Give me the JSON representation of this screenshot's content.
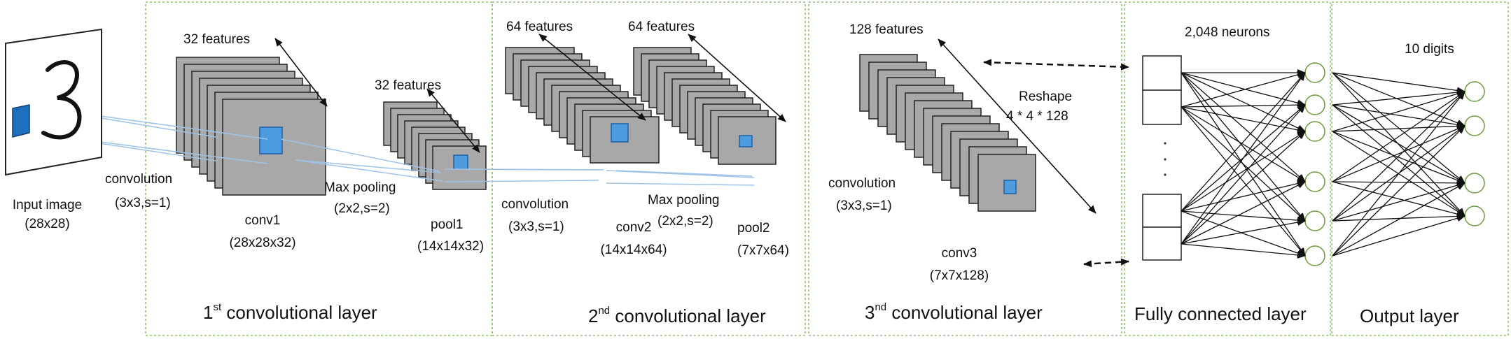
{
  "colors": {
    "map_fill": "#a8a8a8",
    "map_stroke": "#222222",
    "kernel_fill": "#4f9be0",
    "kernel_dark": "#1f5fa8",
    "connection_line": "#9ec3e6",
    "section_border": "#8fc46f",
    "arrow": "#111111"
  },
  "input": {
    "label": "Input image",
    "size": "(28x28)",
    "digit": "3"
  },
  "stage1": {
    "features": "32 features",
    "op": "convolution",
    "op_param": "(3x3,s=1)",
    "map_name": "conv1",
    "map_size": "(28x28x32)",
    "pool_features": "32 features",
    "pool_op": "Max pooling",
    "pool_param": "(2x2,s=2)",
    "pool_name": "pool1",
    "pool_size": "(14x14x32)",
    "title_num": "1",
    "title_sup": "st",
    "title_rest": " convolutional layer"
  },
  "stage2": {
    "features": "64 features",
    "op": "convolution",
    "op_param": "(3x3,s=1)",
    "map_name": "conv2",
    "map_size": "(14x14x64)",
    "pool_features": "64 features",
    "pool_op": "Max pooling",
    "pool_param": "(2x2,s=2)",
    "pool_name": "pool2",
    "pool_size": "(7x7x64)",
    "title_num": "2",
    "title_sup": "nd",
    "title_rest": " convolutional layer"
  },
  "stage3": {
    "features": "128 features",
    "op": "convolution",
    "op_param": "(3x3,s=1)",
    "map_name": "conv3",
    "map_size": "(7x7x128)",
    "reshape": "Reshape",
    "reshape_dims": "4 * 4 * 128",
    "title_num": "3",
    "title_sup": "nd",
    "title_rest": " convolutional layer"
  },
  "fc": {
    "neurons": "2,048 neurons",
    "title": "Fully connected layer"
  },
  "output": {
    "digits": "10 digits",
    "title": "Output layer"
  }
}
